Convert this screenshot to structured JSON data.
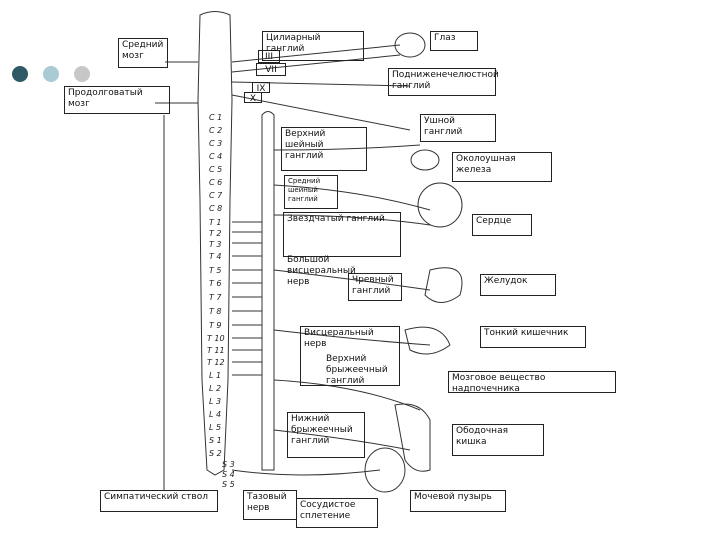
{
  "colors": {
    "dot1": "#2e5a66",
    "dot2": "#a9cbd3",
    "dot3": "#c7c7c7",
    "line": "#333333"
  },
  "labels": {
    "midbrain": "Средний\nмозг",
    "medulla": "Продолговатый\nмозг",
    "ciliary": "Цилиарный\nганглий",
    "eye": "Глаз",
    "submandibular": "Подниженечелюстной\nганглий",
    "otic": "Ушной\nганглий",
    "superior_cervical": "Верхний\nшейный\nганглий",
    "parotid": "Околоушная\nжелеза",
    "middle_cervical": "Средний\nшейный\nганглий",
    "stellate": "Звездчатый ганглий",
    "heart": "Сердце",
    "greater_splanchnic": "Большой\nвисцеральный\nнерв",
    "celiac": "Чревный\nганглий",
    "stomach": "Желудок",
    "small_intestine": "Тонкий кишечник",
    "visceral_nerve": "Висцеральный\nнерв",
    "superior_mesenteric": "Верхний\nбрыжеечный\nганглий",
    "adrenal_medulla": "Мозговое вещество надпочечника",
    "inferior_mesenteric": "Нижний\nбрыжеечный\nганглий",
    "colon": "Ободочная\nкишка",
    "sympathetic_trunk": "Симпатический ствол",
    "pelvic_nerve": "Тазовый\nнерв",
    "vascular_plexus": "Сосудистое\nсплетение",
    "bladder": "Мочевой пузырь"
  },
  "cranial_nerves": [
    "III",
    "VII",
    "IX",
    "X"
  ],
  "segments": {
    "cervical": [
      "C 1",
      "C 2",
      "C 3",
      "C 4",
      "C 5",
      "C 6",
      "C 7",
      "C 8"
    ],
    "thoracic": [
      "T 1",
      "T 2",
      "T 3",
      "T 4",
      "T 5",
      "T 6",
      "T 7",
      "T 8",
      "T 9",
      "T 10",
      "T 11",
      "T 12"
    ],
    "lumbar": [
      "L 1",
      "L 2",
      "L 3",
      "L 4",
      "L 5"
    ],
    "sacral": [
      "S 1",
      "S 2",
      "S 3",
      "S 4",
      "S 5"
    ]
  }
}
